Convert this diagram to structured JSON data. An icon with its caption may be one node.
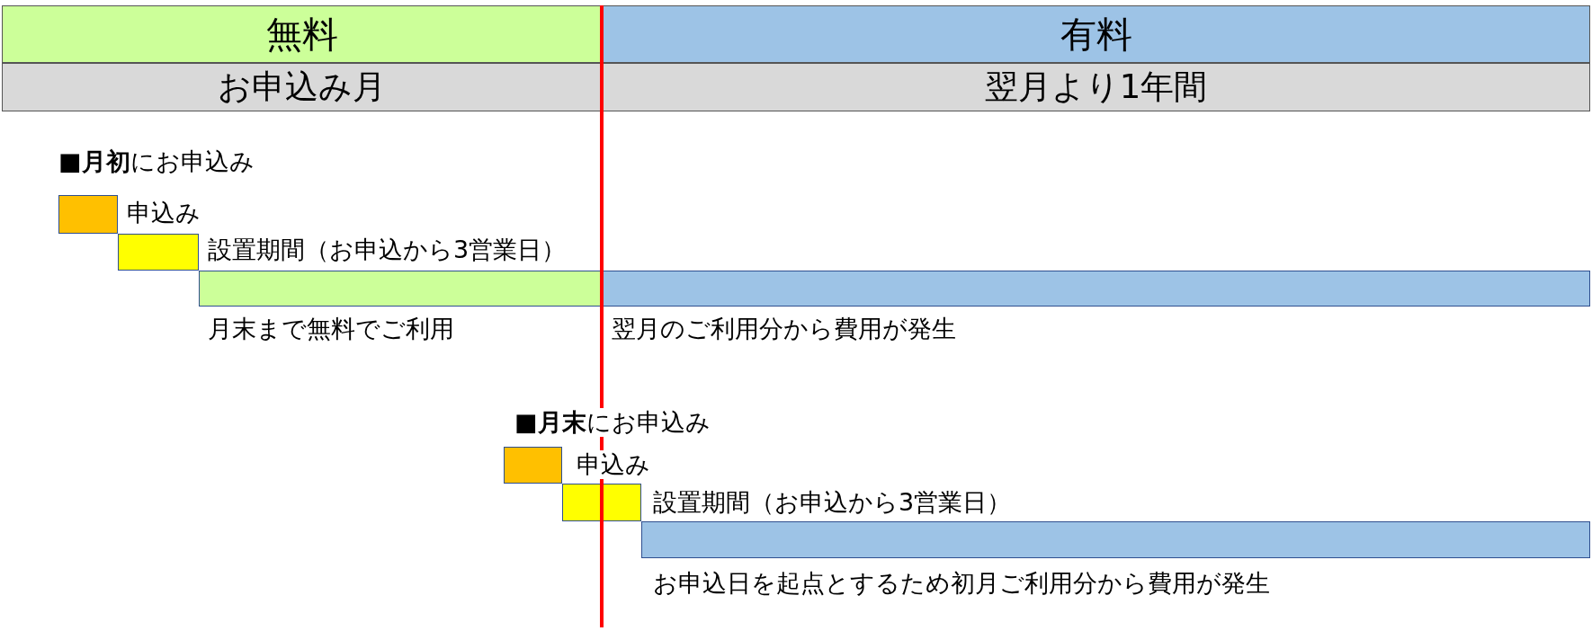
{
  "diagram": {
    "nodes": [
      {
        "text": [
          "無料"
        ]
      },
      {
        "text": [
          "有料"
        ]
      },
      {
        "text": [
          "お申込み月"
        ]
      },
      {
        "text": [
          "翌月より1年間"
        ]
      },
      {
        "text": [],
        "shape": "box",
        "beside": [
          "申込み"
        ]
      },
      {
        "text": [],
        "shape": "box",
        "beside": [
          "設置期間（お申込から3営業日）"
        ]
      },
      {
        "text": [],
        "shape": "box",
        "beside": [
          "月末まで無料でご利用"
        ]
      },
      {
        "text": [],
        "shape": "box",
        "beside": [
          "翌月のご利用分から費用が発生"
        ]
      },
      {
        "text": [],
        "shape": "box",
        "beside": [
          "申込み"
        ]
      },
      {
        "text": [],
        "shape": "box",
        "beside": [
          "設置期間（お申込から3営業日）"
        ]
      },
      {
        "text": [],
        "shape": "box",
        "beside": [
          "お申込日を起点とするため初月ご利用分から費用が発生"
        ]
      }
    ],
    "labels": [
      "■**月初**にお申込み",
      "■**月末**にお申込み"
    ]
  }
}
